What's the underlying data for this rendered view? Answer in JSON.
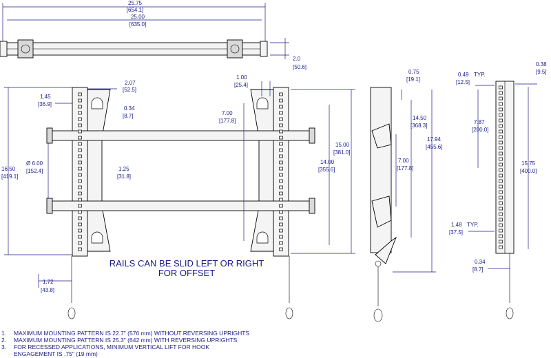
{
  "top_view": {
    "overall_width": "25.75",
    "overall_width_mm": "[654.1]",
    "rail_length": "25.00",
    "rail_length_mm": "[635.0]",
    "depth": "2.0",
    "depth_mm": "[50.6]"
  },
  "front_view": {
    "height": "16.50",
    "height_mm": "[419.1]",
    "upright_offset": "1.45",
    "upright_offset_mm": "[36.9]",
    "arm_width": "2.07",
    "arm_width_mm": "[52.5]",
    "hook": "0.34",
    "hook_mm": "[8.7]",
    "hole_dia": "Ø 6.00",
    "hole_dia_mm": "[152.4]",
    "slot": "1.25",
    "slot_mm": "[31.8]",
    "bottom": "1.72",
    "bottom_mm": "[43.8]",
    "top_hole": "1.00",
    "top_hole_mm": "[25.4]",
    "rail_spacing": "7.00",
    "rail_spacing_mm": "[177.8]",
    "span": "14.00",
    "span_mm": "[355.6]",
    "upright_height": "15.00",
    "upright_height_mm": "[381.0]",
    "caption_line1": "RAILS CAN BE SLID LEFT OR RIGHT",
    "caption_line2": "FOR OFFSET"
  },
  "side_view": {
    "top_offset": "0.75",
    "top_offset_mm": "[19.1]",
    "upper": "14.50",
    "upper_mm": "[368.3]",
    "overall": "17.94",
    "overall_mm": "[455.6]",
    "arm_spacing": "7.00",
    "arm_spacing_mm": "[177.8]"
  },
  "rear_view": {
    "hole_pitch": "0.49",
    "hole_pitch_mm": "[12.5]",
    "typ": "TYP.",
    "right_top": "0.38",
    "right_top_mm": "[9.5]",
    "mid": "7.87",
    "mid_mm": "[200.0]",
    "long": "15.75",
    "long_mm": "[400.0]",
    "bottom_typ": "1.48",
    "bottom_typ_mm": "[37.5]",
    "bottom_small": "0.34",
    "bottom_small_mm": "[8.7]"
  },
  "notes": [
    {
      "num": "1.",
      "text": "MAXIMUM MOUNTING PATTERN IS 22.7\" (576 mm) WITHOUT REVERSING UPRIGHTS"
    },
    {
      "num": "2.",
      "text": "MAXIMUM MOUNTING PATTERN IS 25.3\" (642 mm) WITH REVERSING UPRIGHTS"
    },
    {
      "num": "3.",
      "text": "FOR RECESSED APPLICATIONS, MINIMUM VERTICAL LIFT FOR HOOK"
    },
    {
      "num": "",
      "text": "ENGAGEMENT IS .75\" (19 mm)"
    }
  ]
}
